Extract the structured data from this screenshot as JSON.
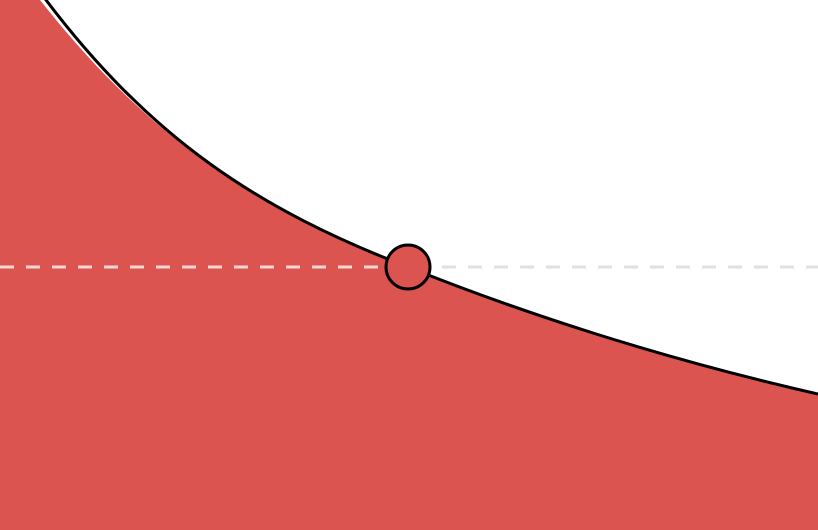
{
  "diagram": {
    "description_type": "decreasing-curve-with-point",
    "colors": {
      "background": "#ffffff",
      "fill": "#dc544f",
      "curve": "#000000",
      "marker_fill": "#dc544f",
      "marker_stroke": "#000000",
      "dash_on_fill": "#f4d7d6",
      "dash_on_background": "#e0e0e0"
    },
    "elements": {
      "shaded_region": "area-under-curve",
      "curve": "decreasing-curve",
      "marker": "highlighted-point",
      "guide_line": "horizontal-dashed-guide"
    }
  }
}
